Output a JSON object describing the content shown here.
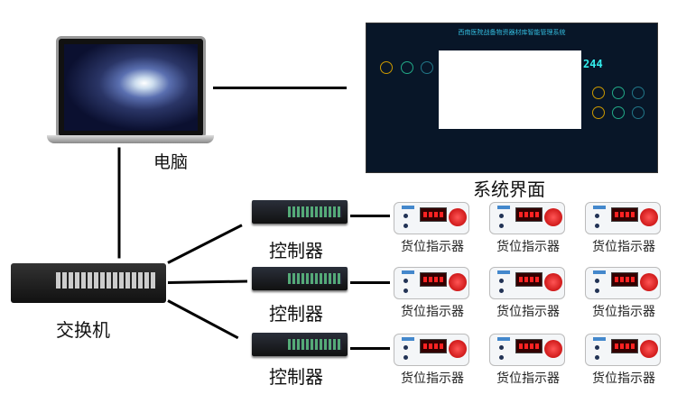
{
  "computer": {
    "label": "电脑"
  },
  "system_ui": {
    "label": "系统界面",
    "screen_title": "西南医院战备物资器材库智能管理系统",
    "count": "244"
  },
  "switch": {
    "label": "交换机"
  },
  "controllers": [
    {
      "label": "控制器"
    },
    {
      "label": "控制器"
    },
    {
      "label": "控制器"
    }
  ],
  "indicators": [
    [
      "货位指示器",
      "货位指示器",
      "货位指示器"
    ],
    [
      "货位指示器",
      "货位指示器",
      "货位指示器"
    ],
    [
      "货位指示器",
      "货位指示器",
      "货位指示器"
    ]
  ],
  "colors": {
    "screen_bg": "#081628",
    "title": "#33bbdd",
    "indicator_button": "#dd2222"
  }
}
